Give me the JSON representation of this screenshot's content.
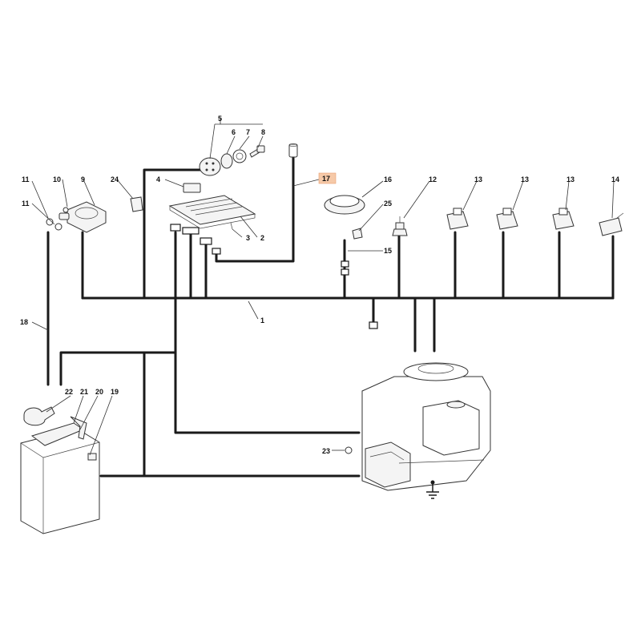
{
  "diagram": {
    "callouts": [
      {
        "id": "c1",
        "text": "1"
      },
      {
        "id": "c2",
        "text": "2"
      },
      {
        "id": "c3",
        "text": "3"
      },
      {
        "id": "c4",
        "text": "4"
      },
      {
        "id": "c5",
        "text": "5"
      },
      {
        "id": "c6",
        "text": "6"
      },
      {
        "id": "c7",
        "text": "7"
      },
      {
        "id": "c8",
        "text": "8"
      },
      {
        "id": "c9",
        "text": "9"
      },
      {
        "id": "c10",
        "text": "10"
      },
      {
        "id": "c11a",
        "text": "11"
      },
      {
        "id": "c11b",
        "text": "11"
      },
      {
        "id": "c12",
        "text": "12"
      },
      {
        "id": "c13a",
        "text": "13"
      },
      {
        "id": "c13b",
        "text": "13"
      },
      {
        "id": "c13c",
        "text": "13"
      },
      {
        "id": "c14",
        "text": "14"
      },
      {
        "id": "c15",
        "text": "15"
      },
      {
        "id": "c16",
        "text": "16"
      },
      {
        "id": "c17",
        "text": "17"
      },
      {
        "id": "c18",
        "text": "18"
      },
      {
        "id": "c19",
        "text": "19"
      },
      {
        "id": "c20",
        "text": "20"
      },
      {
        "id": "c21",
        "text": "21"
      },
      {
        "id": "c22",
        "text": "22"
      },
      {
        "id": "c23",
        "text": "23"
      },
      {
        "id": "c24",
        "text": "24"
      },
      {
        "id": "c25",
        "text": "25"
      }
    ],
    "highlight_color": "#f6c9a8",
    "wire_color": "#1a1a1a"
  }
}
